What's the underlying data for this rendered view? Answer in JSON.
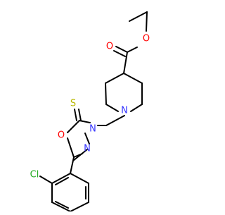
{
  "colors": {
    "bond": "#000000",
    "oxygen": "#ff0000",
    "nitrogen": "#3333ff",
    "sulfur": "#b8b800",
    "chlorine": "#22aa22",
    "background": "#ffffff"
  },
  "atoms": {
    "ester_carbonyl_o": "O",
    "ester_ether_o": "O",
    "piperidine_n": "N",
    "ring_o": "O",
    "ring_n3": "N",
    "ring_n4": "N",
    "thione_s": "S",
    "chloro": "Cl"
  }
}
